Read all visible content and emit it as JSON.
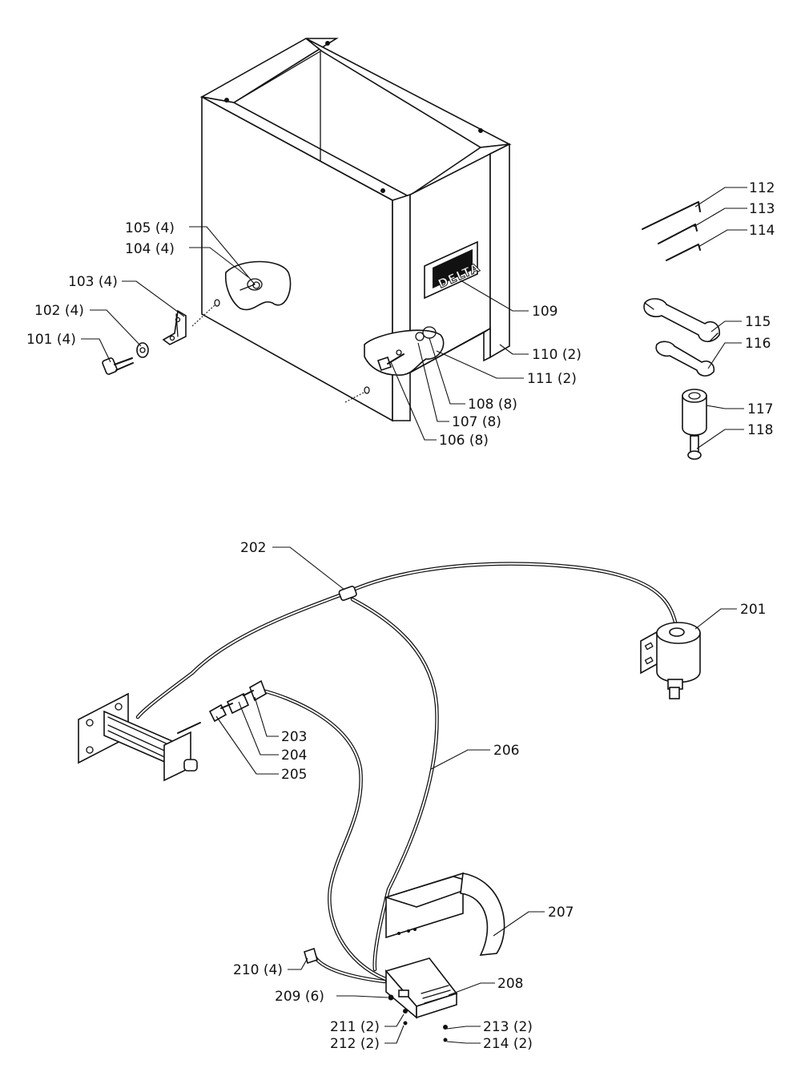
{
  "brand_logo": "DELTA",
  "labels": [
    {
      "id": "p112",
      "text": "112"
    },
    {
      "id": "p113",
      "text": "113"
    },
    {
      "id": "p114",
      "text": "114"
    },
    {
      "id": "p105",
      "text": "105 (4)"
    },
    {
      "id": "p104",
      "text": "104 (4)"
    },
    {
      "id": "p103",
      "text": "103 (4)"
    },
    {
      "id": "p102",
      "text": "102 (4)"
    },
    {
      "id": "p101",
      "text": "101 (4)"
    },
    {
      "id": "p109",
      "text": "109"
    },
    {
      "id": "p115",
      "text": "115"
    },
    {
      "id": "p116",
      "text": "116"
    },
    {
      "id": "p110",
      "text": "110 (2)"
    },
    {
      "id": "p111",
      "text": "111 (2)"
    },
    {
      "id": "p108",
      "text": "108 (8)"
    },
    {
      "id": "p107",
      "text": "107 (8)"
    },
    {
      "id": "p106",
      "text": "106 (8)"
    },
    {
      "id": "p117",
      "text": "117"
    },
    {
      "id": "p118",
      "text": "118"
    },
    {
      "id": "p202",
      "text": "202"
    },
    {
      "id": "p201",
      "text": "201"
    },
    {
      "id": "p203",
      "text": "203"
    },
    {
      "id": "p204",
      "text": "204"
    },
    {
      "id": "p205",
      "text": "205"
    },
    {
      "id": "p206",
      "text": "206"
    },
    {
      "id": "p207",
      "text": "207"
    },
    {
      "id": "p210",
      "text": "210 (4)"
    },
    {
      "id": "p208",
      "text": "208"
    },
    {
      "id": "p209",
      "text": "209 (6)"
    },
    {
      "id": "p211",
      "text": "211 (2)"
    },
    {
      "id": "p213",
      "text": "213 (2)"
    },
    {
      "id": "p212",
      "text": "212 (2)"
    },
    {
      "id": "p214",
      "text": "214 (2)"
    }
  ]
}
